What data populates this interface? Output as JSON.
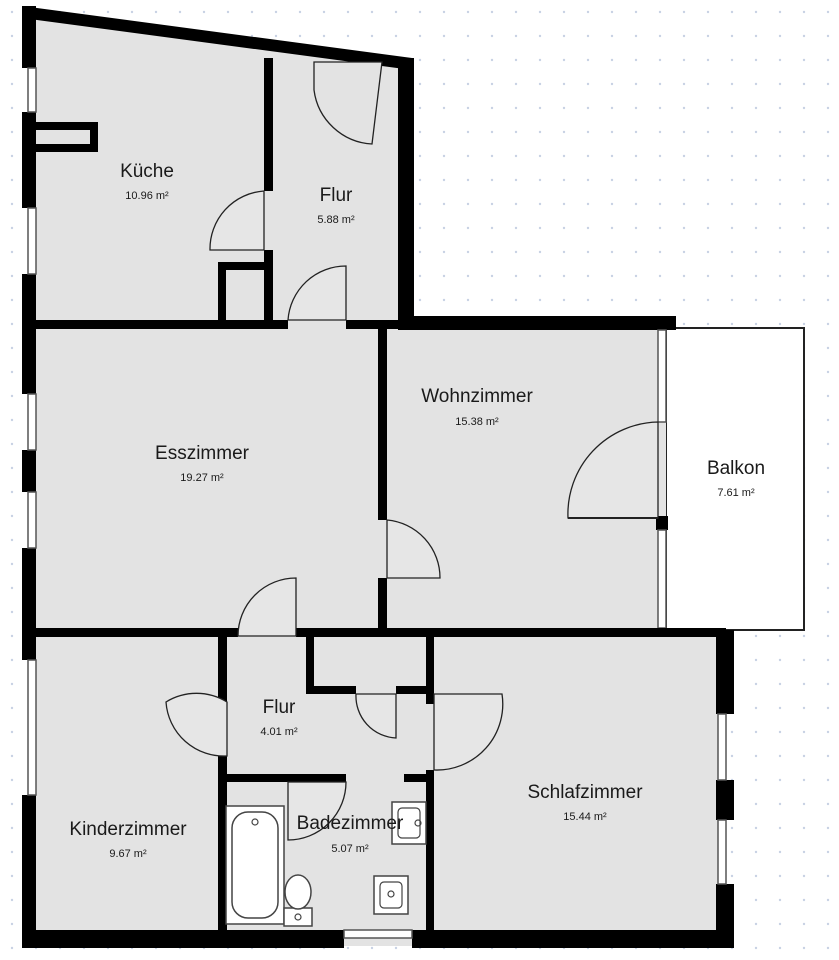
{
  "colors": {
    "floor": "#e3e3e3",
    "wall": "#000000",
    "balcony": "#ffffff",
    "grid_dot": "#c8d2e4"
  },
  "rooms": {
    "kueche": {
      "name": "Küche",
      "area": "10.96 m²"
    },
    "flur_top": {
      "name": "Flur",
      "area": "5.88 m²"
    },
    "esszimmer": {
      "name": "Esszimmer",
      "area": "19.27 m²"
    },
    "wohnzimmer": {
      "name": "Wohnzimmer",
      "area": "15.38 m²"
    },
    "balkon": {
      "name": "Balkon",
      "area": "7.61 m²"
    },
    "flur_bottom": {
      "name": "Flur",
      "area": "4.01 m²"
    },
    "kinderzimmer": {
      "name": "Kinderzimmer",
      "area": "9.67 m²"
    },
    "badezimmer": {
      "name": "Badezimmer",
      "area": "5.07 m²"
    },
    "schlafzimmer": {
      "name": "Schlafzimmer",
      "area": "15.44 m²"
    }
  },
  "fixtures": [
    "bathtub-icon",
    "toilet-icon",
    "sink-icon"
  ]
}
